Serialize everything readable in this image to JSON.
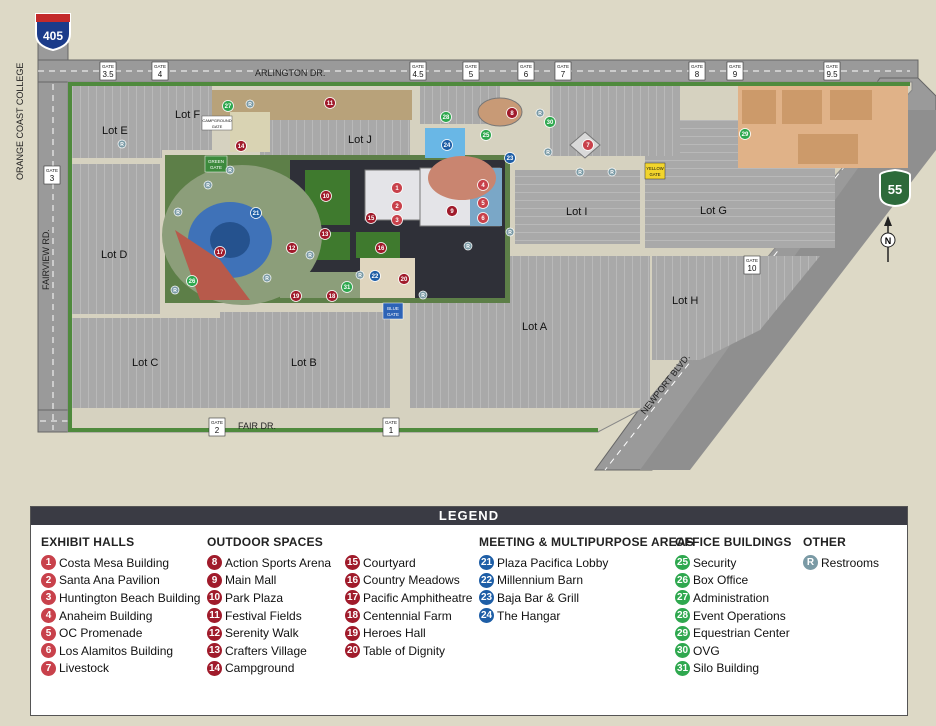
{
  "highways": {
    "interstate": "405",
    "state": "55"
  },
  "roads": {
    "arlington": "ARLINGTON DR.",
    "fair": "FAIR DR.",
    "fairview": "FAIRVIEW RD.",
    "newport": "NEWPORT BLVD.",
    "college": "ORANGE COAST COLLEGE"
  },
  "gate_word": "GATE",
  "gates": [
    "3.5",
    "4",
    "4.5",
    "5",
    "6",
    "7",
    "8",
    "9",
    "9.5",
    "3",
    "10",
    "2",
    "1"
  ],
  "named_gates": {
    "green": [
      "GREEN",
      "GATE"
    ],
    "campground": [
      "CAMPGROUND",
      "GATE"
    ],
    "yellow": [
      "YELLOW",
      "GATE"
    ],
    "blue": [
      "BLUE",
      "GATE"
    ]
  },
  "lots": [
    "Lot E",
    "Lot F",
    "Lot J",
    "Lot D",
    "Lot I",
    "Lot G",
    "Lot H",
    "Lot A",
    "Lot C",
    "Lot B"
  ],
  "compass": "N",
  "restroom_symbol": "R",
  "map_markers": [
    "1",
    "2",
    "3",
    "4",
    "5",
    "6",
    "7",
    "8",
    "9",
    "10",
    "11",
    "12",
    "13",
    "14",
    "15",
    "16",
    "17",
    "18",
    "19",
    "20",
    "21",
    "22",
    "23",
    "24",
    "25",
    "26",
    "27",
    "28",
    "29",
    "30",
    "31"
  ],
  "colors": {
    "exhibit": "#c8414b",
    "outdoor": "#a01b2b",
    "meeting": "#1e5ea6",
    "office": "#2fa84f",
    "other": "#7a9aa5"
  },
  "legend": {
    "title": "LEGEND",
    "exhibit": {
      "heading": "EXHIBIT HALLS",
      "items": [
        {
          "n": "1",
          "label": "Costa Mesa Building"
        },
        {
          "n": "2",
          "label": "Santa Ana Pavilion"
        },
        {
          "n": "3",
          "label": "Huntington Beach Building"
        },
        {
          "n": "4",
          "label": "Anaheim Building"
        },
        {
          "n": "5",
          "label": "OC Promenade"
        },
        {
          "n": "6",
          "label": "Los Alamitos Building"
        },
        {
          "n": "7",
          "label": "Livestock"
        }
      ]
    },
    "outdoor": {
      "heading": "OUTDOOR SPACES",
      "items": [
        {
          "n": "8",
          "label": "Action Sports Arena"
        },
        {
          "n": "9",
          "label": "Main Mall"
        },
        {
          "n": "10",
          "label": "Park Plaza"
        },
        {
          "n": "11",
          "label": "Festival Fields"
        },
        {
          "n": "12",
          "label": "Serenity Walk"
        },
        {
          "n": "13",
          "label": "Crafters Village"
        },
        {
          "n": "14",
          "label": "Campground"
        }
      ]
    },
    "outdoor2": {
      "heading": "",
      "items": [
        {
          "n": "15",
          "label": "Courtyard"
        },
        {
          "n": "16",
          "label": "Country Meadows"
        },
        {
          "n": "17",
          "label": "Pacific Amphitheatre"
        },
        {
          "n": "18",
          "label": "Centennial Farm"
        },
        {
          "n": "19",
          "label": "Heroes Hall"
        },
        {
          "n": "20",
          "label": "Table of Dignity"
        }
      ]
    },
    "meeting": {
      "heading": "MEETING & MULTIPURPOSE AREAS",
      "items": [
        {
          "n": "21",
          "label": "Plaza Pacifica Lobby"
        },
        {
          "n": "22",
          "label": "Millennium Barn"
        },
        {
          "n": "23",
          "label": "Baja Bar & Grill"
        },
        {
          "n": "24",
          "label": "The Hangar"
        }
      ]
    },
    "office": {
      "heading": "OFFICE BUILDINGS",
      "items": [
        {
          "n": "25",
          "label": "Security"
        },
        {
          "n": "26",
          "label": "Box Office"
        },
        {
          "n": "27",
          "label": "Administration"
        },
        {
          "n": "28",
          "label": "Event Operations"
        },
        {
          "n": "29",
          "label": "Equestrian Center"
        },
        {
          "n": "30",
          "label": "OVG"
        },
        {
          "n": "31",
          "label": "Silo Building"
        }
      ]
    },
    "other": {
      "heading": "OTHER",
      "items": [
        {
          "n": "R",
          "label": "Restrooms"
        }
      ]
    }
  }
}
